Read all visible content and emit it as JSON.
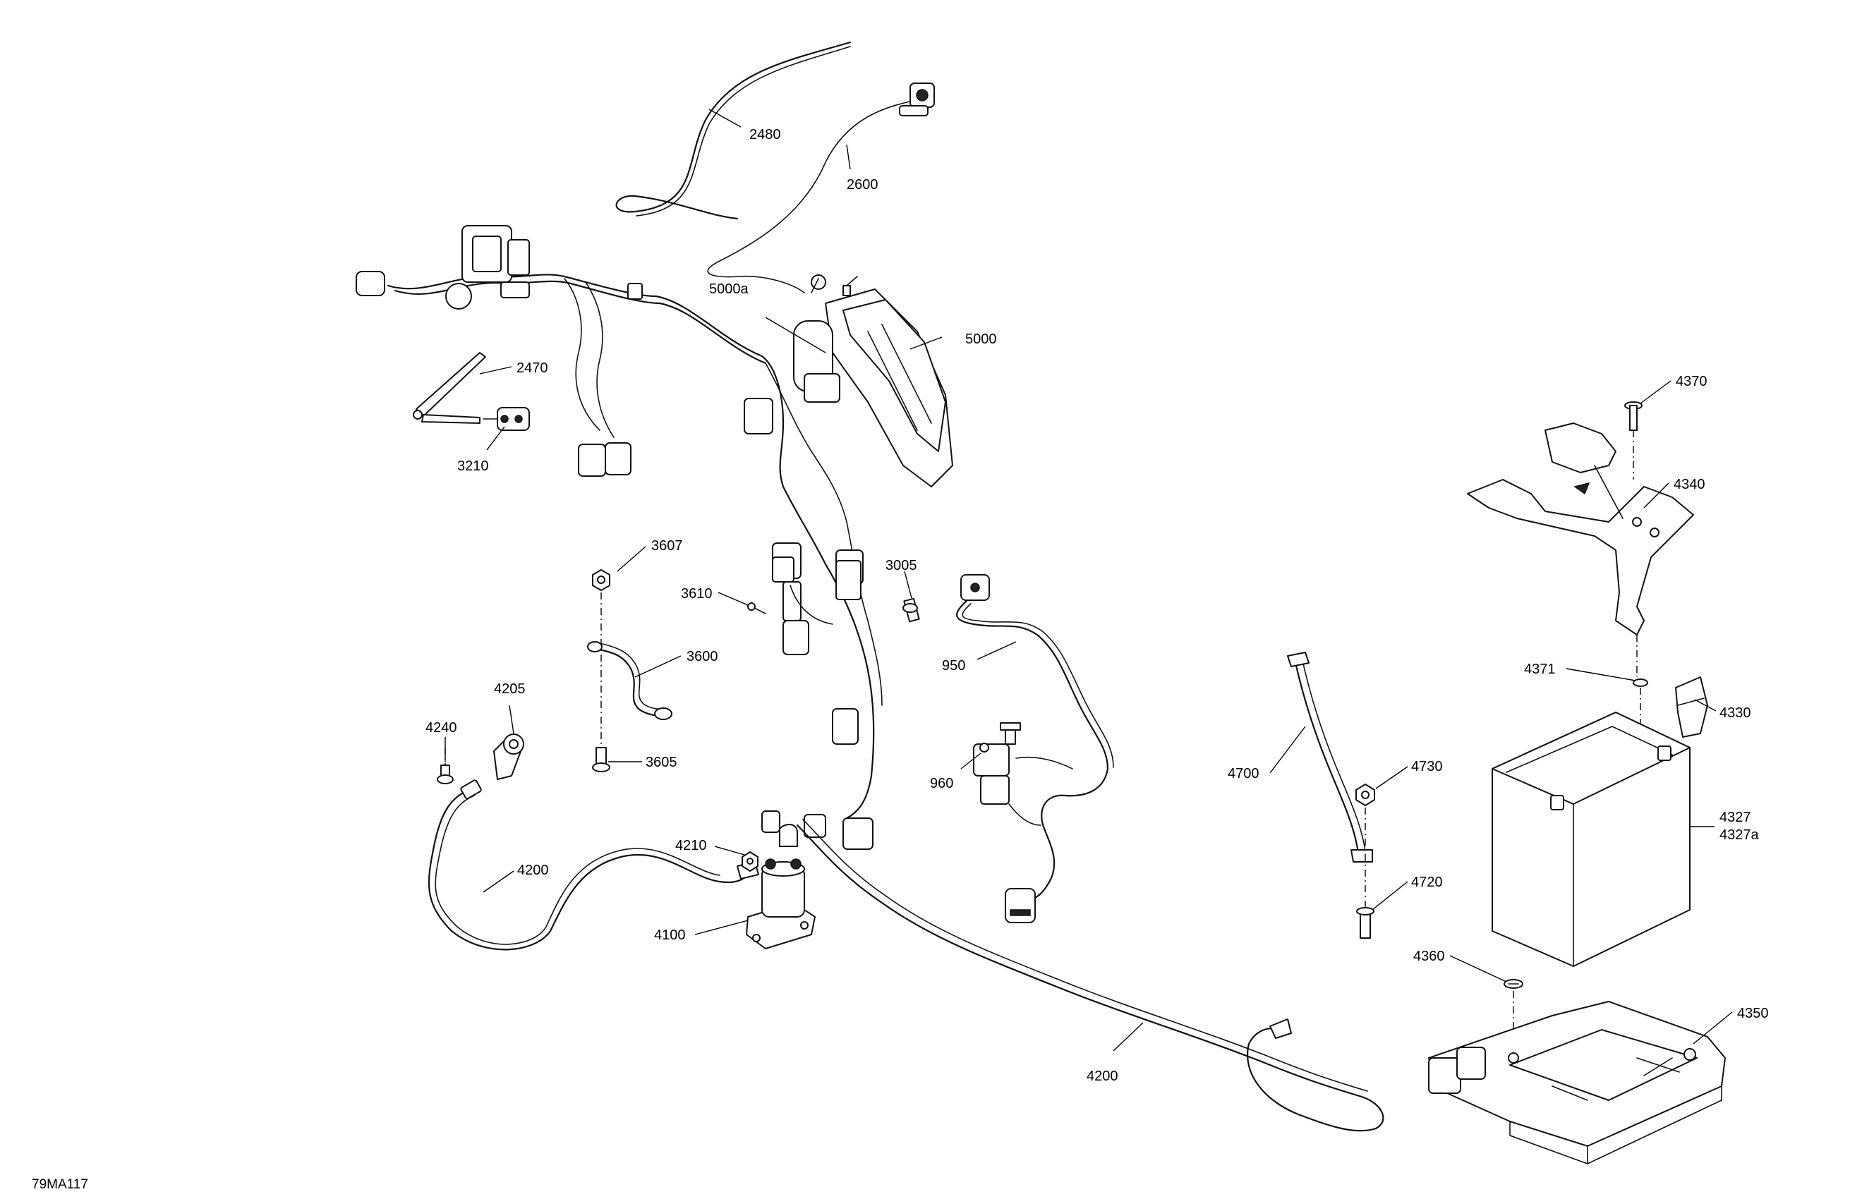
{
  "diagram": {
    "reference": "79MA117",
    "callouts": {
      "c2480": "2480",
      "c2600": "2600",
      "c5000a": "5000a",
      "c5000": "5000",
      "c2470": "2470",
      "c3210": "3210",
      "c3607": "3607",
      "c3610": "3610",
      "c3005": "3005",
      "c3600": "3600",
      "c950": "950",
      "c4205": "4205",
      "c4240": "4240",
      "c3605": "3605",
      "c960": "960",
      "c4210": "4210",
      "c4200a": "4200",
      "c4100": "4100",
      "c4200b": "4200",
      "c4370": "4370",
      "c4340": "4340",
      "c4371": "4371",
      "c4330": "4330",
      "c4700": "4700",
      "c4730": "4730",
      "c4327": "4327",
      "c4327a": "4327a",
      "c4720": "4720",
      "c4360": "4360",
      "c4350": "4350"
    }
  }
}
